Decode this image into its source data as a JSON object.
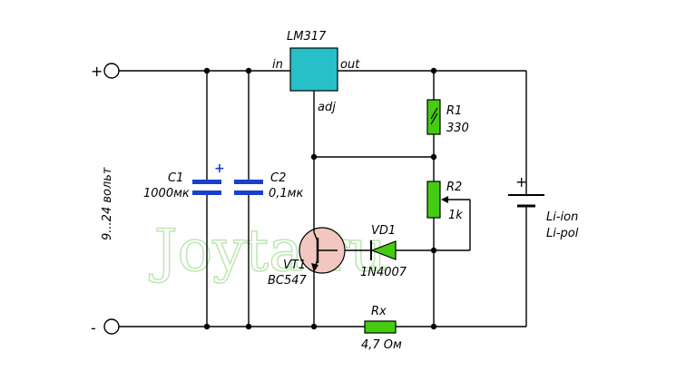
{
  "watermark": "Joyta.ru",
  "input": {
    "plus": "+",
    "minus": "-",
    "voltage": "9...24 вольт"
  },
  "regulator": {
    "name": "LM317",
    "in": "in",
    "out": "out",
    "adj": "adj"
  },
  "c1": {
    "name": "C1",
    "value": "1000мк",
    "polarity": "+"
  },
  "c2": {
    "name": "C2",
    "value": "0,1мк"
  },
  "r1": {
    "name": "R1",
    "value": "330"
  },
  "r2": {
    "name": "R2",
    "value": "1k"
  },
  "vd1": {
    "name": "VD1",
    "model": "1N4007"
  },
  "vt1": {
    "name": "VT1",
    "model": "BC547"
  },
  "rx": {
    "name": "Rx",
    "value": "4,7 Ом"
  },
  "battery": {
    "plus": "+",
    "line1": "Li-ion",
    "line2": "Li-pol"
  },
  "colors": {
    "regulator": "#27c0c8",
    "resistor": "#44cc11",
    "transistor": "#f2c7c0",
    "diode": "#44cc11",
    "capacitor": "#1a3fcc",
    "watermark": "#bfe5b4"
  }
}
